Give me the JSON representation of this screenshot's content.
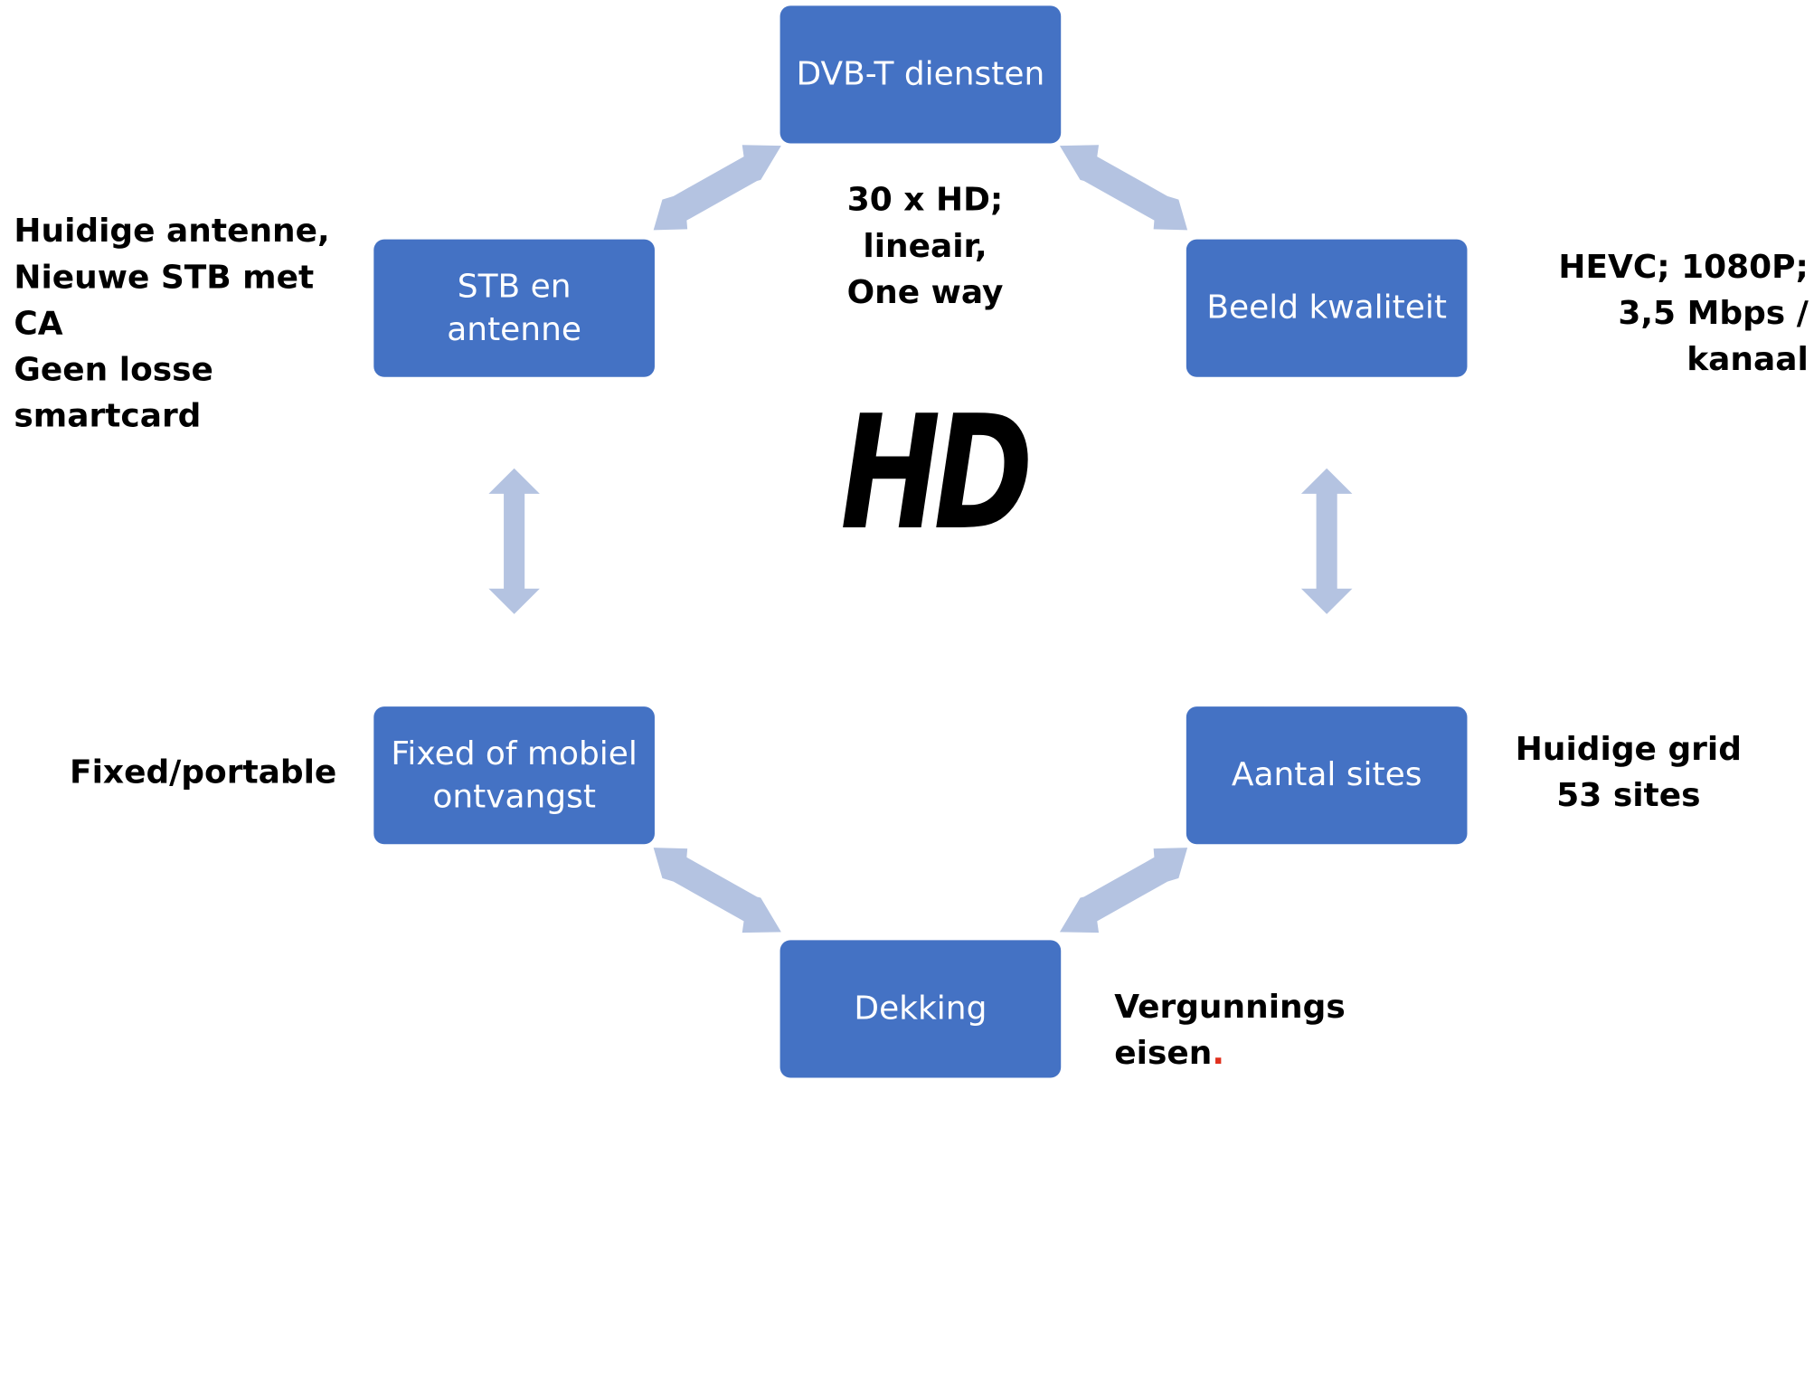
{
  "boxes": {
    "dvbt": "DVB-T diensten",
    "stb": "STB en antenne",
    "beeld": "Beeld kwaliteit",
    "fixed": "Fixed of mobiel ontvangst",
    "aantal": "Aantal sites",
    "dekking": "Dekking"
  },
  "notes": {
    "dvbt": "30 x HD; lineair,\nOne way",
    "stb": "Huidige antenne,\nNieuwe STB met CA\nGeen losse smartcard",
    "beeld": "HEVC; 1080P;\n3,5 Mbps / kanaal",
    "fixed": "Fixed/portable",
    "aantal": "Huidige grid\n53 sites",
    "dekking": "Vergunnings eisen",
    "dekking_dot": "."
  },
  "logo": {
    "text": "HD"
  },
  "colors": {
    "box_fill": "#4472c4",
    "box_text": "#ffffff",
    "arrow": "#b4c3e1",
    "note_text": "#000000",
    "accent_dot": "#e0301e"
  }
}
